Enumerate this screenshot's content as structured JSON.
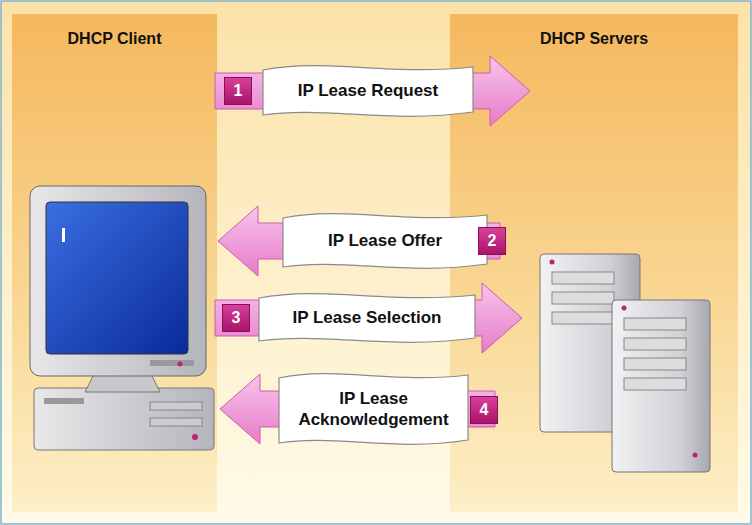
{
  "diagram": {
    "nodes": [
      {
        "text": [
          "DHCP Client"
        ]
      },
      {
        "text": [
          "DHCP Servers"
        ]
      },
      {
        "text": [
          "IP Lease Request"
        ]
      },
      {
        "text": [
          "1"
        ],
        "in": 2
      },
      {
        "text": [
          "IP Lease Offer"
        ]
      },
      {
        "text": [
          "2"
        ],
        "in": 4
      },
      {
        "text": [
          "IP Lease Selection"
        ]
      },
      {
        "text": [
          "3"
        ],
        "in": 6
      },
      {
        "text": [
          "IP Lease Acknowledgement"
        ]
      },
      {
        "text": [
          "4"
        ],
        "in": 8
      }
    ]
  }
}
